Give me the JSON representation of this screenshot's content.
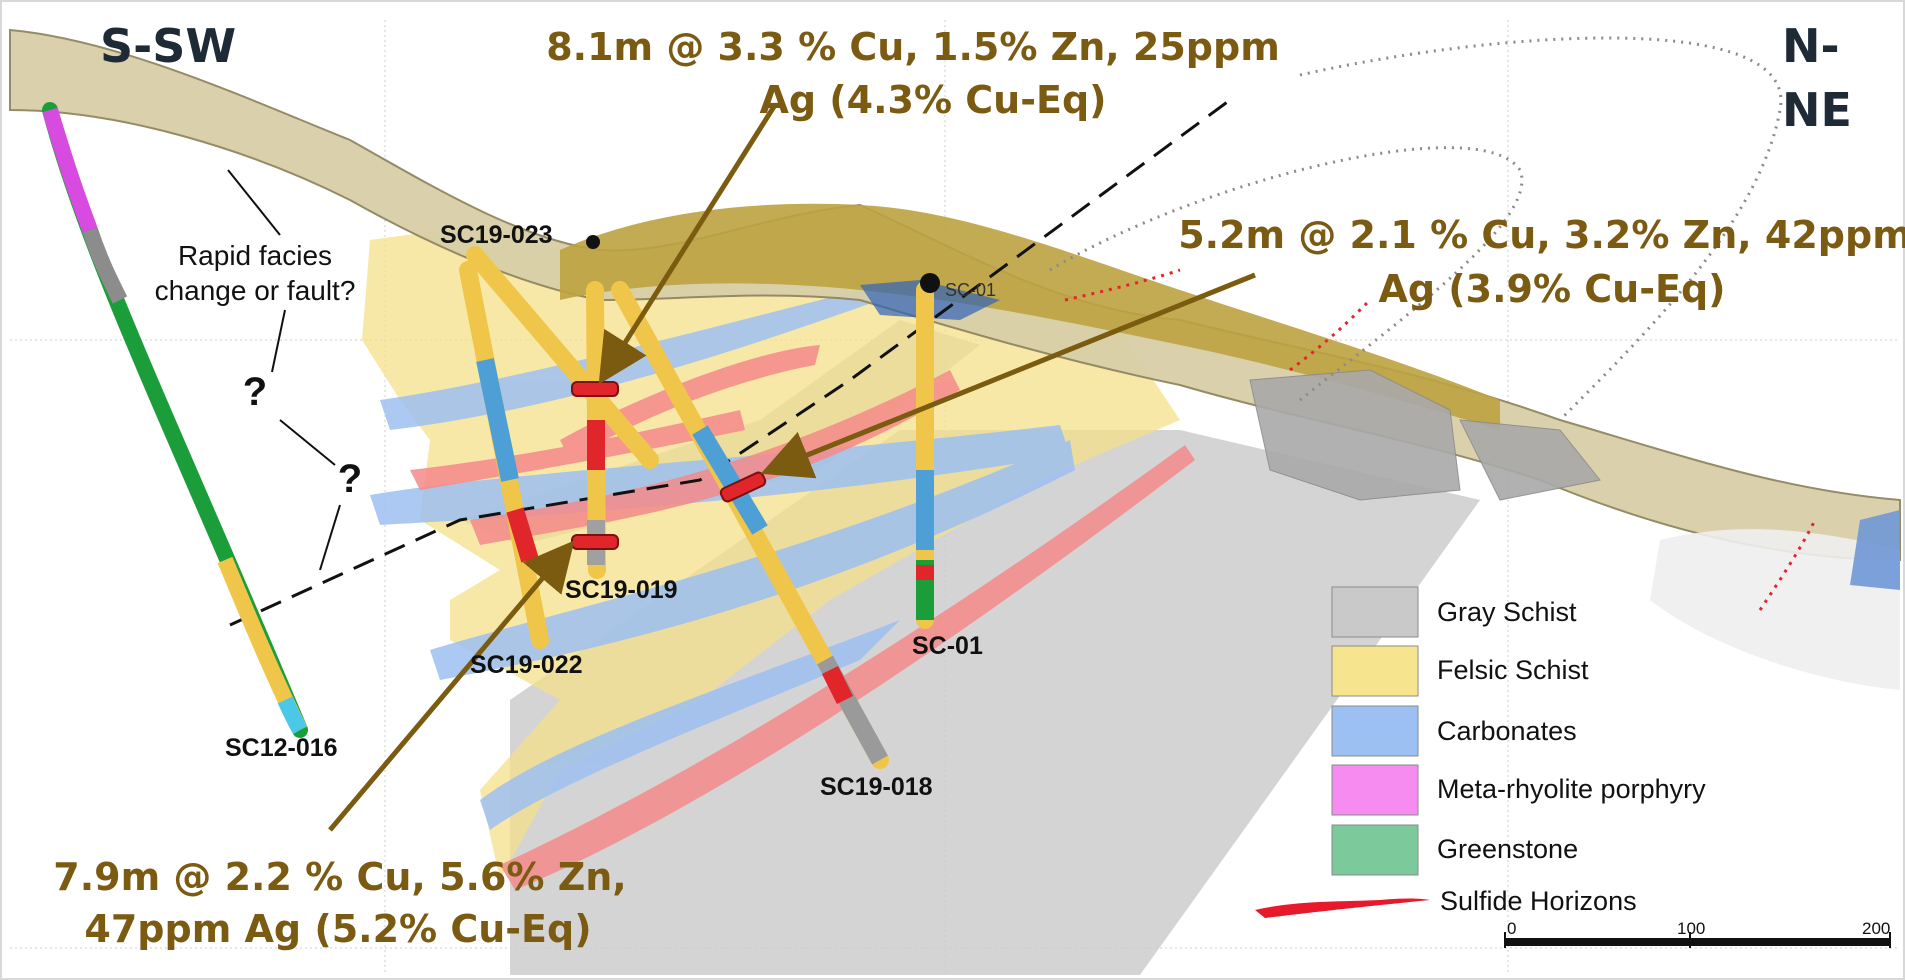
{
  "direction": {
    "left": "S-SW",
    "right_line1": "N-",
    "right_line2": "NE"
  },
  "intercepts": [
    {
      "line1": "8.1m @ 3.3 % Cu, 1.5% Zn, 25ppm",
      "line2": "Ag (4.3% Cu-Eq)"
    },
    {
      "line1": "5.2m @ 2.1 % Cu, 3.2% Zn, 42ppm",
      "line2": "Ag (3.9% Cu-Eq)"
    },
    {
      "line1": "7.9m @ 2.2 % Cu, 5.6% Zn,",
      "line2": "47ppm Ag (5.2% Cu-Eq)"
    }
  ],
  "annotation": {
    "line1": "Rapid facies",
    "line2": "change or fault?",
    "question_mark": "?"
  },
  "drill_holes": {
    "sc19_023": "SC19-023",
    "sc19_019": "SC19-019",
    "sc19_022": "SC19-022",
    "sc19_018": "SC19-018",
    "sc12_016": "SC12-016",
    "sc01": "SC-01",
    "sc01_collar": "SC-01"
  },
  "legend": [
    {
      "label": "Gray Schist",
      "color": "#c9c9c9"
    },
    {
      "label": "Felsic Schist",
      "color": "#f7e48f"
    },
    {
      "label": "Carbonates",
      "color": "#9dc0f2"
    },
    {
      "label": "Meta-rhyolite porphyry",
      "color": "#f78cf0"
    },
    {
      "label": "Greenstone",
      "color": "#7cc99b"
    },
    {
      "label": "Sulfide Horizons",
      "color": "#e8192b"
    }
  ],
  "scale": {
    "t0": "0",
    "t1": "100",
    "t2": "200"
  },
  "colors": {
    "topo_surface": "#d9cfa8",
    "overburden": "#bca240",
    "annotation_text": "#7b5a12",
    "arrow": "#7a5b10"
  }
}
